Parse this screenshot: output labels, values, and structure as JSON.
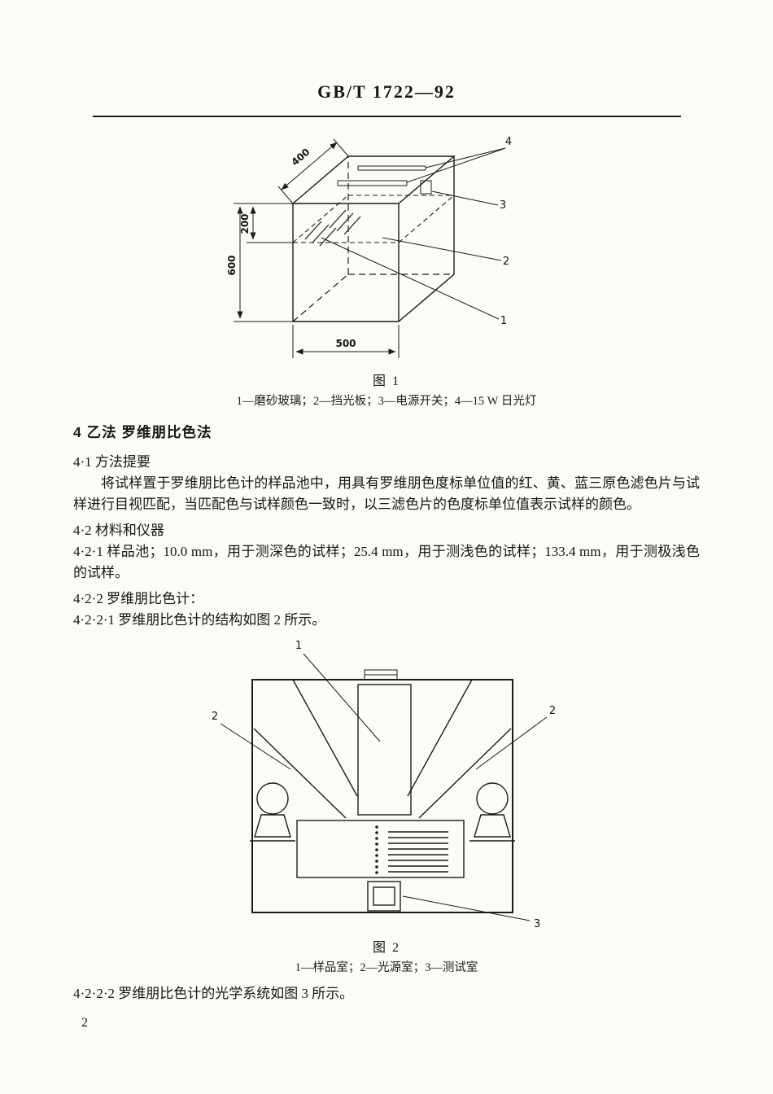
{
  "header": {
    "title": "GB/T 1722—92"
  },
  "figure1": {
    "caption": "图 1",
    "legend": "1—磨砂玻璃；2—挡光板；3—电源开关；4—15 W 日光灯",
    "dim_depth": "400",
    "dim_lamp": "200",
    "dim_height": "600",
    "dim_width": "500",
    "callout_1": "1",
    "callout_2": "2",
    "callout_3": "3",
    "callout_4": "4"
  },
  "body": {
    "section4_heading": "4 乙法  罗维朋比色法",
    "s41_heading": "4·1  方法提要",
    "s41_text": "将试样置于罗维朋比色计的样品池中，用具有罗维朋色度标单位值的红、黄、蓝三原色滤色片与试样进行目视匹配，当匹配色与试样颜色一致时，以三滤色片的色度标单位值表示试样的颜色。",
    "s42_heading": "4·2  材料和仪器",
    "s421_text": "4·2·1  样品池；10.0 mm，用于测深色的试样；25.4 mm，用于测浅色的试样；133.4 mm，用于测极浅色的试样。",
    "s422_heading": "4·2·2  罗维朋比色计：",
    "s4221_text": "4·2·2·1  罗维朋比色计的结构如图 2 所示。",
    "s4222_text": "4·2·2·2  罗维朋比色计的光学系统如图 3 所示。"
  },
  "figure2": {
    "caption": "图 2",
    "legend": "1—样品室；2—光源室；3—测试室",
    "callout_1": "1",
    "callout_2_left": "2",
    "callout_2_right": "2",
    "callout_3": "3"
  },
  "footer": {
    "page_number": "2"
  }
}
